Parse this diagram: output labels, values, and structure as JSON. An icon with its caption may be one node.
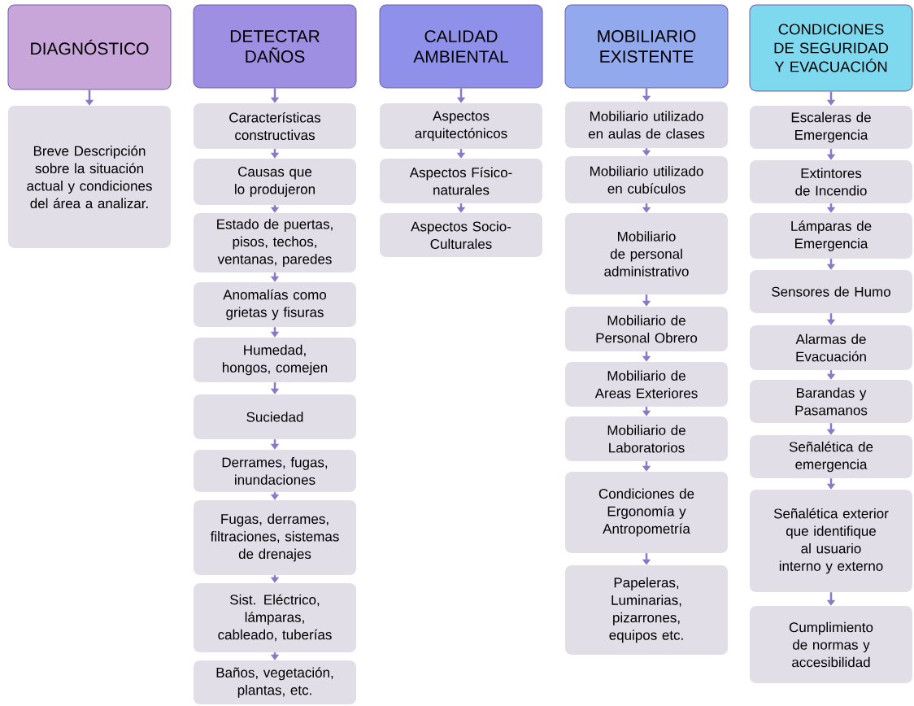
{
  "diagram": {
    "nodes": [
      {
        "text": [
          "DIAGNÓSTICO"
        ]
      },
      {
        "text": [
          "Breve Descripción sobre la situación actual y condiciones del área a analizar."
        ]
      },
      {
        "text": [
          "DETECTAR DAÑOS"
        ]
      },
      {
        "text": [
          "Características constructivas"
        ]
      },
      {
        "text": [
          "Causas que lo produjeron"
        ]
      },
      {
        "text": [
          "Estado de puertas, pisos, techos, ventanas, paredes"
        ]
      },
      {
        "text": [
          "Anomalías como grietas y fisuras"
        ]
      },
      {
        "text": [
          "Humedad, hongos, comejen"
        ]
      },
      {
        "text": [
          "Suciedad"
        ]
      },
      {
        "text": [
          "Derrames, fugas, inundaciones"
        ]
      },
      {
        "text": [
          "Fugas, derrames, filtraciones, sistemas de drenajes"
        ]
      },
      {
        "text": [
          "Sist. Eléctrico, lámparas, cableado, tuberías"
        ]
      },
      {
        "text": [
          "Baños, vegetación, plantas, etc."
        ]
      },
      {
        "text": [
          "CALIDAD AMBIENTAL"
        ]
      },
      {
        "text": [
          "Aspectos arquitectónicos"
        ]
      },
      {
        "text": [
          "Aspectos Físico-naturales"
        ]
      },
      {
        "text": [
          "Aspectos Socio-Culturales"
        ]
      },
      {
        "text": [
          "MOBILIARIO EXISTENTE"
        ]
      },
      {
        "text": [
          "Mobiliario utilizado en aulas de clases"
        ]
      },
      {
        "text": [
          "Mobiliario utilizado en cubículos"
        ]
      },
      {
        "text": [
          "Mobiliario de personal administrativo"
        ]
      },
      {
        "text": [
          "Mobiliario de Personal Obrero"
        ]
      },
      {
        "text": [
          "Mobiliario de Areas Exteriores"
        ]
      },
      {
        "text": [
          "Mobiliario de Laboratorios"
        ]
      },
      {
        "text": [
          "Condiciones de Ergonomía y Antropometría"
        ]
      },
      {
        "text": [
          "Papeleras, Luminarias, pizarrones, equipos etc."
        ]
      },
      {
        "text": [
          "CONDICIONES DE SEGURIDAD Y EVACUACIÓN"
        ]
      },
      {
        "text": [
          "Escaleras de Emergencia"
        ]
      },
      {
        "text": [
          "Extintores de Incendio"
        ]
      },
      {
        "text": [
          "Lámparas de Emergencia"
        ]
      },
      {
        "text": [
          "Sensores de Humo"
        ]
      },
      {
        "text": [
          "Alarmas de Evacuación"
        ]
      },
      {
        "text": [
          "Barandas y Pasamanos"
        ]
      },
      {
        "text": [
          "Señalética de emergencia"
        ]
      },
      {
        "text": [
          "Señalética exterior que identifique al usuario interno y externo"
        ]
      },
      {
        "text": [
          "Cumplimiento de normas y accesibilidad"
        ]
      }
    ],
    "edges": [
      {
        "from": 0,
        "to": 1,
        "arrow": "to"
      },
      {
        "from": 2,
        "to": 3,
        "arrow": "to"
      },
      {
        "from": 3,
        "to": 4,
        "arrow": "to"
      },
      {
        "from": 4,
        "to": 5,
        "arrow": "to"
      },
      {
        "from": 5,
        "to": 6,
        "arrow": "to"
      },
      {
        "from": 6,
        "to": 7,
        "arrow": "to"
      },
      {
        "from": 7,
        "to": 8,
        "arrow": "to"
      },
      {
        "from": 8,
        "to": 9,
        "arrow": "to"
      },
      {
        "from": 9,
        "to": 10,
        "arrow": "to"
      },
      {
        "from": 10,
        "to": 11,
        "arrow": "to"
      },
      {
        "from": 11,
        "to": 12,
        "arrow": "to"
      },
      {
        "from": 13,
        "to": 14,
        "arrow": "to"
      },
      {
        "from": 14,
        "to": 15,
        "arrow": "to"
      },
      {
        "from": 15,
        "to": 16,
        "arrow": "to"
      },
      {
        "from": 17,
        "to": 18,
        "arrow": "to"
      },
      {
        "from": 18,
        "to": 19,
        "arrow": "to"
      },
      {
        "from": 19,
        "to": 20,
        "arrow": "to"
      },
      {
        "from": 20,
        "to": 21,
        "arrow": "to"
      },
      {
        "from": 21,
        "to": 22,
        "arrow": "to"
      },
      {
        "from": 22,
        "to": 23,
        "arrow": "to"
      },
      {
        "from": 23,
        "to": 24,
        "arrow": "to"
      },
      {
        "from": 24,
        "to": 25,
        "arrow": "to"
      },
      {
        "from": 26,
        "to": 27,
        "arrow": "to"
      },
      {
        "from": 27,
        "to": 28,
        "arrow": "to"
      },
      {
        "from": 28,
        "to": 29,
        "arrow": "to"
      },
      {
        "from": 29,
        "to": 30,
        "arrow": "to"
      },
      {
        "from": 30,
        "to": 31,
        "arrow": "to"
      },
      {
        "from": 31,
        "to": 32,
        "arrow": "to"
      },
      {
        "from": 32,
        "to": 33,
        "arrow": "to"
      },
      {
        "from": 33,
        "to": 34,
        "arrow": "to"
      },
      {
        "from": 34,
        "to": 35,
        "arrow": "to"
      }
    ]
  }
}
